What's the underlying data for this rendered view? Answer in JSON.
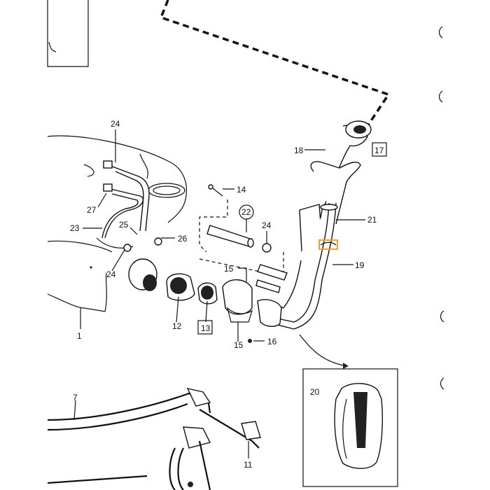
{
  "diagram": {
    "labels": {
      "l1": "1",
      "l7": "7",
      "l11": "11",
      "l12": "12",
      "l13": "13",
      "l14": "14",
      "l15a": "15",
      "l15b": "15",
      "l16": "16",
      "l17": "17",
      "l18": "18",
      "l19": "19",
      "l20": "20",
      "l21": "21",
      "l22": "22",
      "l23": "23",
      "l24a": "24",
      "l24b": "24",
      "l24c": "24",
      "l25": "25",
      "l26": "26",
      "l27": "27"
    },
    "highlight_color": "#f0a030"
  }
}
